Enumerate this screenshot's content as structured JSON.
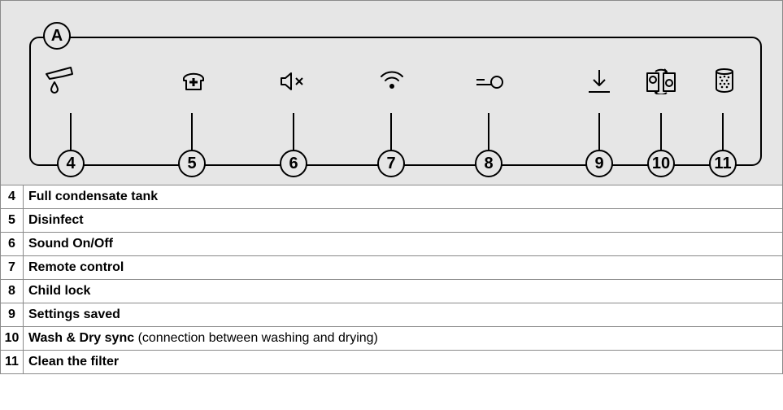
{
  "panel": {
    "label": "A",
    "callouts": [
      {
        "number": "4",
        "icon": "condensate-tank-icon"
      },
      {
        "number": "5",
        "icon": "disinfect-icon"
      },
      {
        "number": "6",
        "icon": "sound-off-icon"
      },
      {
        "number": "7",
        "icon": "wifi-remote-icon"
      },
      {
        "number": "8",
        "icon": "child-lock-key-icon"
      },
      {
        "number": "9",
        "icon": "settings-saved-icon"
      },
      {
        "number": "10",
        "icon": "wash-dry-sync-icon"
      },
      {
        "number": "11",
        "icon": "clean-filter-icon"
      }
    ]
  },
  "legend": [
    {
      "number": "4",
      "label": "Full condensate tank",
      "note": ""
    },
    {
      "number": "5",
      "label": "Disinfect",
      "note": ""
    },
    {
      "number": "6",
      "label": "Sound On/Off",
      "note": ""
    },
    {
      "number": "7",
      "label": "Remote control",
      "note": ""
    },
    {
      "number": "8",
      "label": "Child lock",
      "note": ""
    },
    {
      "number": "9",
      "label": "Settings saved",
      "note": ""
    },
    {
      "number": "10",
      "label": "Wash & Dry sync",
      "note": " (connection between washing and drying)"
    },
    {
      "number": "11",
      "label": "Clean the filter",
      "note": ""
    }
  ]
}
